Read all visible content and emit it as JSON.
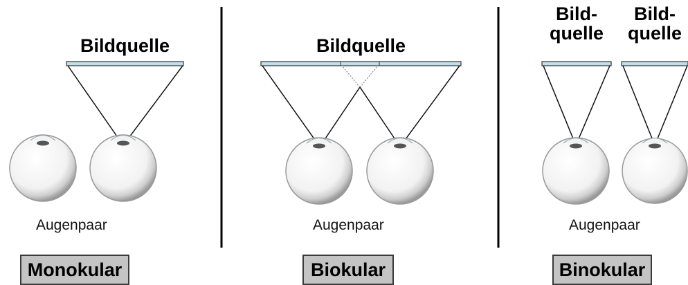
{
  "panels": [
    {
      "id": "monokular",
      "source_labels": [
        "Bildquelle"
      ],
      "eyes_label": "Augenpaar",
      "mode_label": "Monokular"
    },
    {
      "id": "biokular",
      "source_labels": [
        "Bildquelle"
      ],
      "eyes_label": "Augenpaar",
      "mode_label": "Biokular"
    },
    {
      "id": "binokular",
      "source_labels": [
        "Bild-\nquelle",
        "Bild-\nquelle"
      ],
      "eyes_label": "Augenpaar",
      "mode_label": "Binokular"
    }
  ],
  "colors": {
    "screen_fill": "#bfe0ea",
    "screen_stroke": "#333333",
    "divider": "#000000",
    "box_fill": "#c4c4c4"
  }
}
